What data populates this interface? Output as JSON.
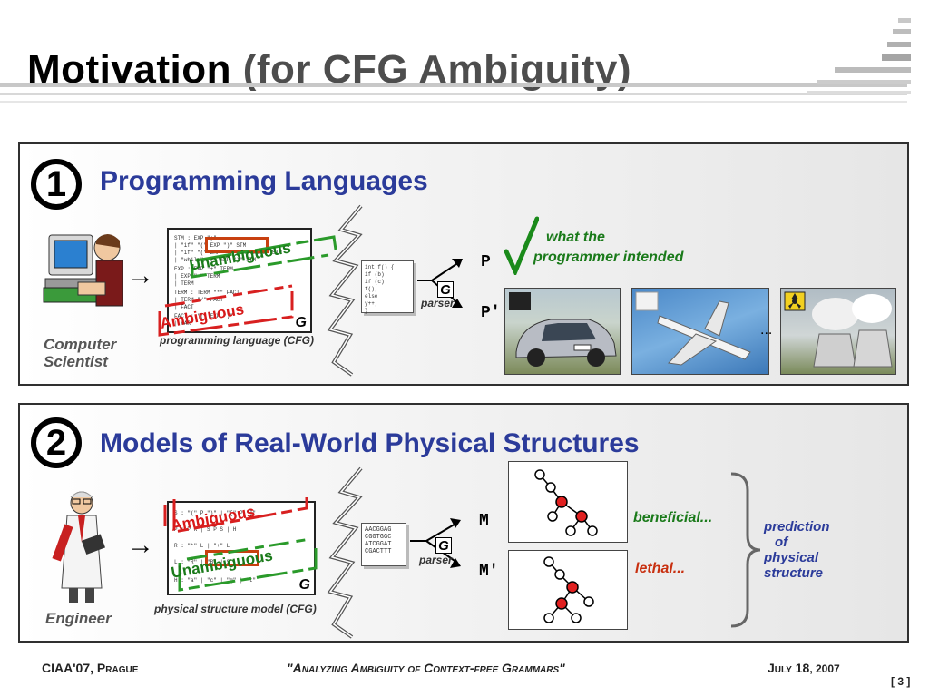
{
  "title": {
    "main": "Motivation",
    "sub": "(for CFG Ambiguity)"
  },
  "section1": {
    "number": "1",
    "heading": "Programming Languages",
    "role": [
      "Computer",
      "Scientist"
    ],
    "grammar_caption": "programming language (CFG)",
    "grammar_letter": "G",
    "grammar_lines": [
      "STM   : EXP \";\"",
      "      | \"if\" \"(\" EXP \")\" STM",
      "      | \"if\" \"(\" EXP \")\" STM \"else\" STM",
      "      | \"while\" \"(\" EXP \")\" STM",
      "EXP   : EXP \"+\" TERM",
      "      | EXP \"-\" TERM",
      "      | TERM",
      "TERM  : TERM \"*\" FACT",
      "      | TERM \"/\" FACT",
      "      | FACT",
      "FACT  : \"(\" EXP \")\"",
      "      | VAR"
    ],
    "stamp_unambiguous": "Unambiguous",
    "stamp_ambiguous": "Ambiguous",
    "code_lines": [
      "int f() {",
      "  if (b)",
      "  if (c)",
      "    f();",
      "  else",
      "    y++;",
      "}"
    ],
    "parser_letter": "G",
    "parser_label": "parser",
    "result1": "P",
    "result2": "P′",
    "check_note": [
      "what the",
      "programmer intended"
    ],
    "ellipsis": "..."
  },
  "section2": {
    "number": "2",
    "heading": "Models of Real-World Physical Structures",
    "role": "Engineer",
    "grammar_caption": "physical structure model (CFG)",
    "grammar_letter": "G",
    "grammar_lines": [
      "S  : \"(\" P \")\" | \"[\" P \"]\"",
      "P  : P R | S P S | H",
      "R  : \"*\" L | \"+\" L",
      "L  : \"R\" | \"B\" | S",
      "H  : \"a\" | \"c\" | \"g\" | \"t\""
    ],
    "stamp_ambiguous": "Ambiguous",
    "stamp_unambiguous": "Unambiguous",
    "dna_lines": [
      "AACGGAG",
      "CGGTGGC",
      "ATCGGAT",
      "CGACTTT"
    ],
    "parser_letter": "G",
    "parser_label": "parser",
    "result1": "M",
    "result2": "M′",
    "outcome1": "beneficial...",
    "outcome2": "lethal...",
    "prediction": [
      "prediction",
      "of",
      "physical",
      "structure"
    ]
  },
  "footer": {
    "left_a": "CIAA'07, ",
    "left_b": "Prague",
    "center": "\"Analyzing Ambiguity of Context-free Grammars\"",
    "right_a": "July 18",
    "right_b": ", 2007",
    "page": "[ 3 ]"
  },
  "colors": {
    "heading": "#2b3b9a",
    "green": "#1a7a1a",
    "red": "#d81818",
    "node_red": "#e02020"
  }
}
